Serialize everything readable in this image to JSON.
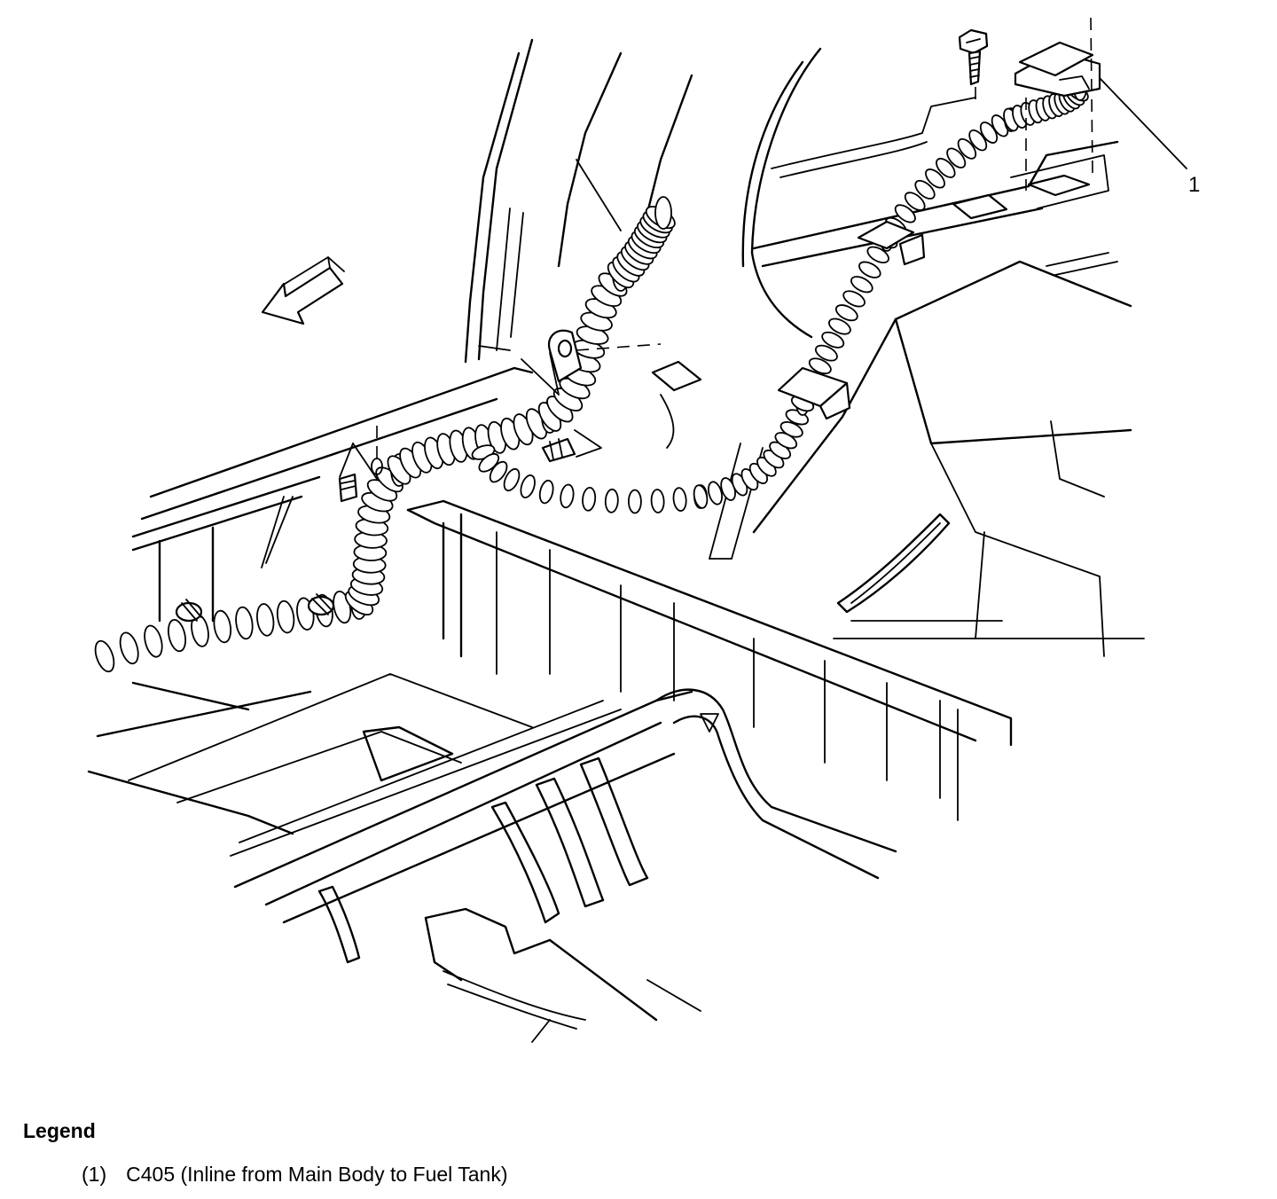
{
  "figure": {
    "callouts": [
      {
        "number": "1"
      }
    ]
  },
  "legend": {
    "title": "Legend",
    "items": [
      {
        "marker": "(1)",
        "text": "C405 (Inline from Main Body to Fuel Tank)"
      }
    ]
  },
  "colors": {
    "line": "#000000",
    "background": "#ffffff"
  },
  "icons": [
    "front-direction-arrow-icon",
    "bolt-icon",
    "connector-icon"
  ]
}
